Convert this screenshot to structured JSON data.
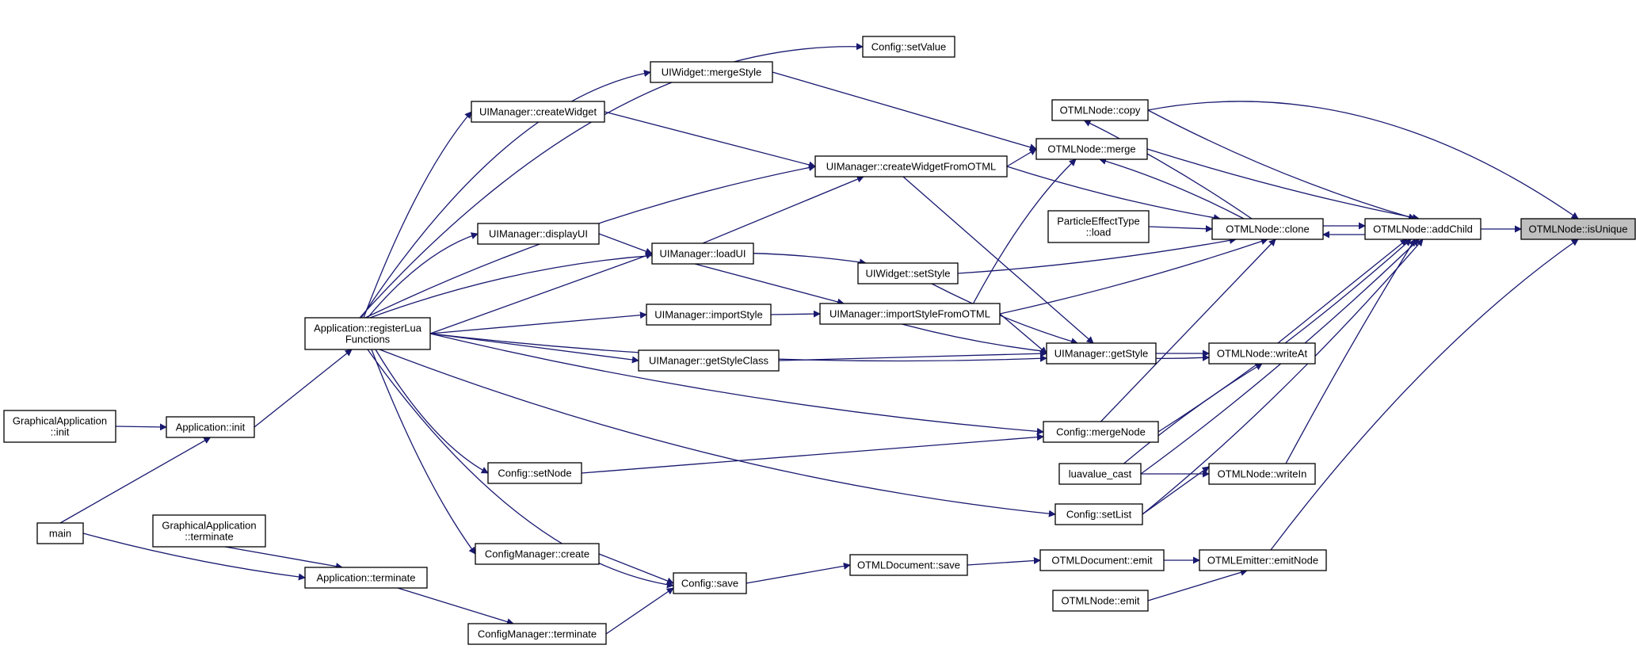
{
  "nodes": [
    {
      "id": "isUnique",
      "label": "OTMLNode::isUnique"
    },
    {
      "id": "addChild",
      "label": "OTMLNode::addChild"
    },
    {
      "id": "clone",
      "label": "OTMLNode::clone"
    },
    {
      "id": "copy",
      "label": "OTMLNode::copy"
    },
    {
      "id": "merge",
      "label": "OTMLNode::merge"
    },
    {
      "id": "particleLoad",
      "label": "ParticleEffectType\n::load"
    },
    {
      "id": "writeAt",
      "label": "OTMLNode::writeAt"
    },
    {
      "id": "writeIn",
      "label": "OTMLNode::writeIn"
    },
    {
      "id": "luavalueCast",
      "label": "luavalue_cast"
    },
    {
      "id": "emitNode",
      "label": "OTMLEmitter::emitNode"
    },
    {
      "id": "docEmit",
      "label": "OTMLDocument::emit"
    },
    {
      "id": "nodeEmit",
      "label": "OTMLNode::emit"
    },
    {
      "id": "docSave",
      "label": "OTMLDocument::save"
    },
    {
      "id": "configSave",
      "label": "Config::save"
    },
    {
      "id": "cmCreate",
      "label": "ConfigManager::create"
    },
    {
      "id": "cmTerminate",
      "label": "ConfigManager::terminate"
    },
    {
      "id": "appTerminate",
      "label": "Application::terminate"
    },
    {
      "id": "gaTerminate",
      "label": "GraphicalApplication\n::terminate"
    },
    {
      "id": "main",
      "label": "main"
    },
    {
      "id": "appInit",
      "label": "Application::init"
    },
    {
      "id": "gaInit",
      "label": "GraphicalApplication\n::init"
    },
    {
      "id": "registerLua",
      "label": "Application::registerLua\nFunctions"
    },
    {
      "id": "setValue",
      "label": "Config::setValue"
    },
    {
      "id": "mergeStyle",
      "label": "UIWidget::mergeStyle"
    },
    {
      "id": "createWidget",
      "label": "UIManager::createWidget"
    },
    {
      "id": "createWidgetFromOTML",
      "label": "UIManager::createWidgetFromOTML"
    },
    {
      "id": "displayUI",
      "label": "UIManager::displayUI"
    },
    {
      "id": "loadUI",
      "label": "UIManager::loadUI"
    },
    {
      "id": "setStyle",
      "label": "UIWidget::setStyle"
    },
    {
      "id": "importStyle",
      "label": "UIManager::importStyle"
    },
    {
      "id": "importStyleFromOTML",
      "label": "UIManager::importStyleFromOTML"
    },
    {
      "id": "getStyleClass",
      "label": "UIManager::getStyleClass"
    },
    {
      "id": "getStyle",
      "label": "UIManager::getStyle"
    },
    {
      "id": "mergeNode",
      "label": "Config::mergeNode"
    },
    {
      "id": "setNode",
      "label": "Config::setNode"
    },
    {
      "id": "setList",
      "label": "Config::setList"
    }
  ]
}
